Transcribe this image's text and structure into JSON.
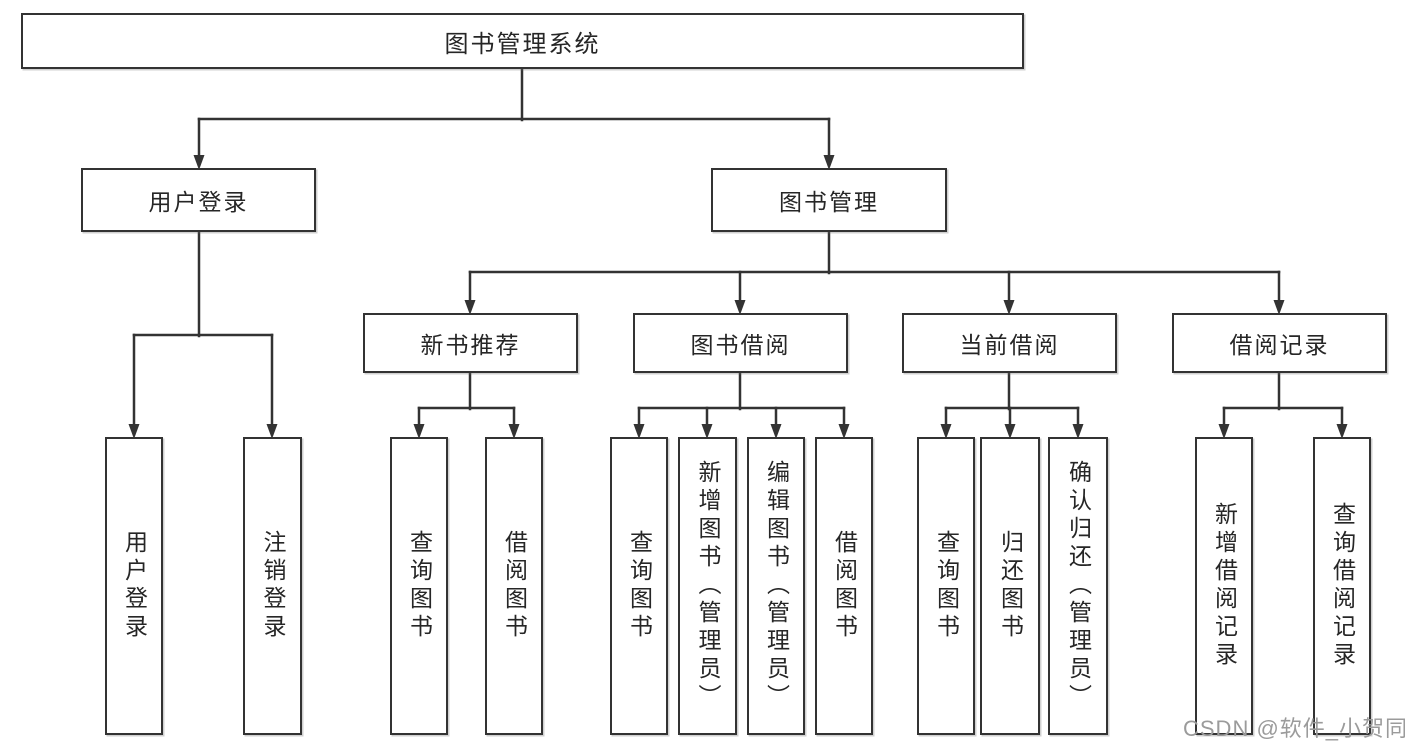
{
  "nodes": {
    "root": "图书管理系统",
    "user_login": "用户登录",
    "book_management": "图书管理",
    "new_book_recommend": "新书推荐",
    "book_borrowing": "图书借阅",
    "current_borrowing": "当前借阅",
    "borrow_records": "借阅记录",
    "leaf_user_login": "用户登录",
    "leaf_logout": "注销登录",
    "leaf_nbr_query_books": "查询图书",
    "leaf_nbr_borrow_books": "借阅图书",
    "leaf_bb_query_books": "查询图书",
    "leaf_bb_add_books_admin": "新增图书（管理员）",
    "leaf_bb_edit_books_admin": "编辑图书（管理员）",
    "leaf_bb_borrow_books": "借阅图书",
    "leaf_cb_query_books": "查询图书",
    "leaf_cb_return_books": "归还图书",
    "leaf_cb_confirm_return_admin": "确认归还（管理员）",
    "leaf_br_add_borrow_record": "新增借阅记录",
    "leaf_br_query_borrow_record": "查询借阅记录"
  },
  "watermark": {
    "text": "CSDN @软件_小贺同学"
  },
  "colors": {
    "line": "#333333",
    "box_border": "#333333",
    "text": "#262626",
    "watermark_text": "#9b9b9b",
    "background": "#ffffff"
  }
}
